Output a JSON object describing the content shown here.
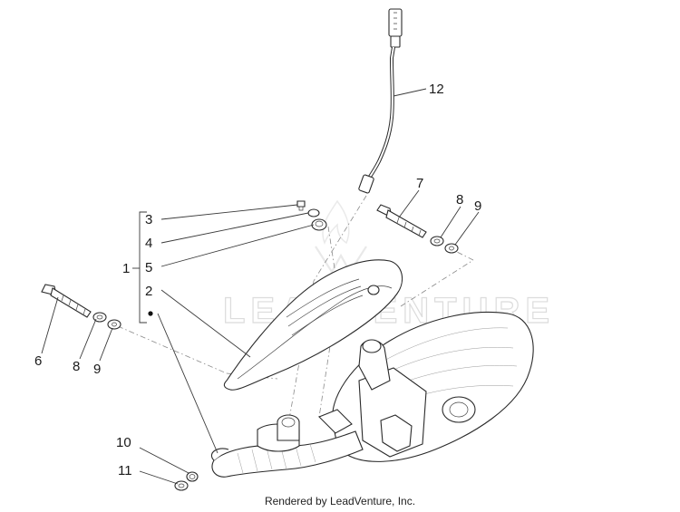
{
  "diagram": {
    "callouts": {
      "c1": "1",
      "c2": "2",
      "c3": "3",
      "c4": "4",
      "c5": "5",
      "c6": "6",
      "c7": "7",
      "c8a": "8",
      "c8b": "8",
      "c9a": "9",
      "c9b": "9",
      "c10": "10",
      "c11": "11",
      "c12": "12"
    },
    "watermark": "LEADVENTURE"
  },
  "footer": {
    "credit": "Rendered by LeadVenture, Inc."
  }
}
